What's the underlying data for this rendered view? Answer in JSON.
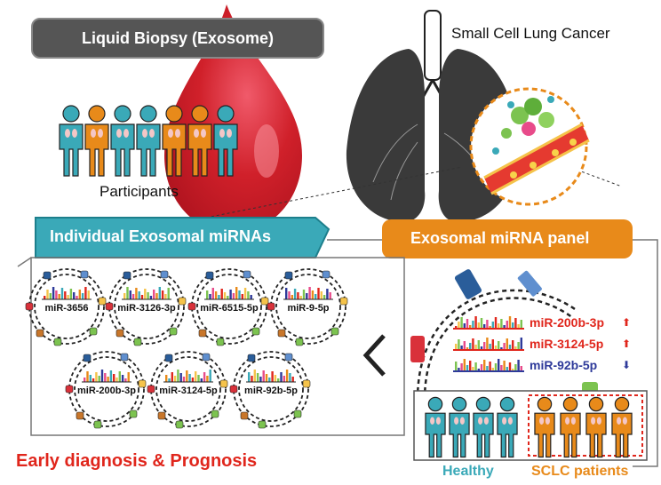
{
  "header": {
    "liquid_biopsy": "Liquid Biopsy (Exosome)",
    "lung_title": "Small Cell Lung Cancer",
    "participants": "Participants"
  },
  "sections": {
    "individual": "Individual Exosomal miRNAs",
    "panel": "Exosomal miRNA panel"
  },
  "individual_mirnas": [
    "miR-3656",
    "miR-3126-3p",
    "miR-6515-5p",
    "miR-9-5p",
    "miR-200b-3p",
    "miR-3124-5p",
    "miR-92b-5p"
  ],
  "panel_mirnas": [
    {
      "name": "miR-200b-3p",
      "trend": "up",
      "color": "#e0261c"
    },
    {
      "name": "miR-3124-5p",
      "trend": "up",
      "color": "#e0261c"
    },
    {
      "name": "miR-92b-5p",
      "trend": "down",
      "color": "#2e3a9a"
    }
  ],
  "footer": {
    "diagnosis": "Early diagnosis & Prognosis",
    "healthy": "Healthy",
    "sclc": "SCLC patients"
  },
  "colors": {
    "blood": "#d0202a",
    "teal": "#3aa9b8",
    "orange": "#e88a1a",
    "dark_gray": "#555555",
    "red_text": "#e0261c",
    "blue_text": "#2e3a9a"
  }
}
